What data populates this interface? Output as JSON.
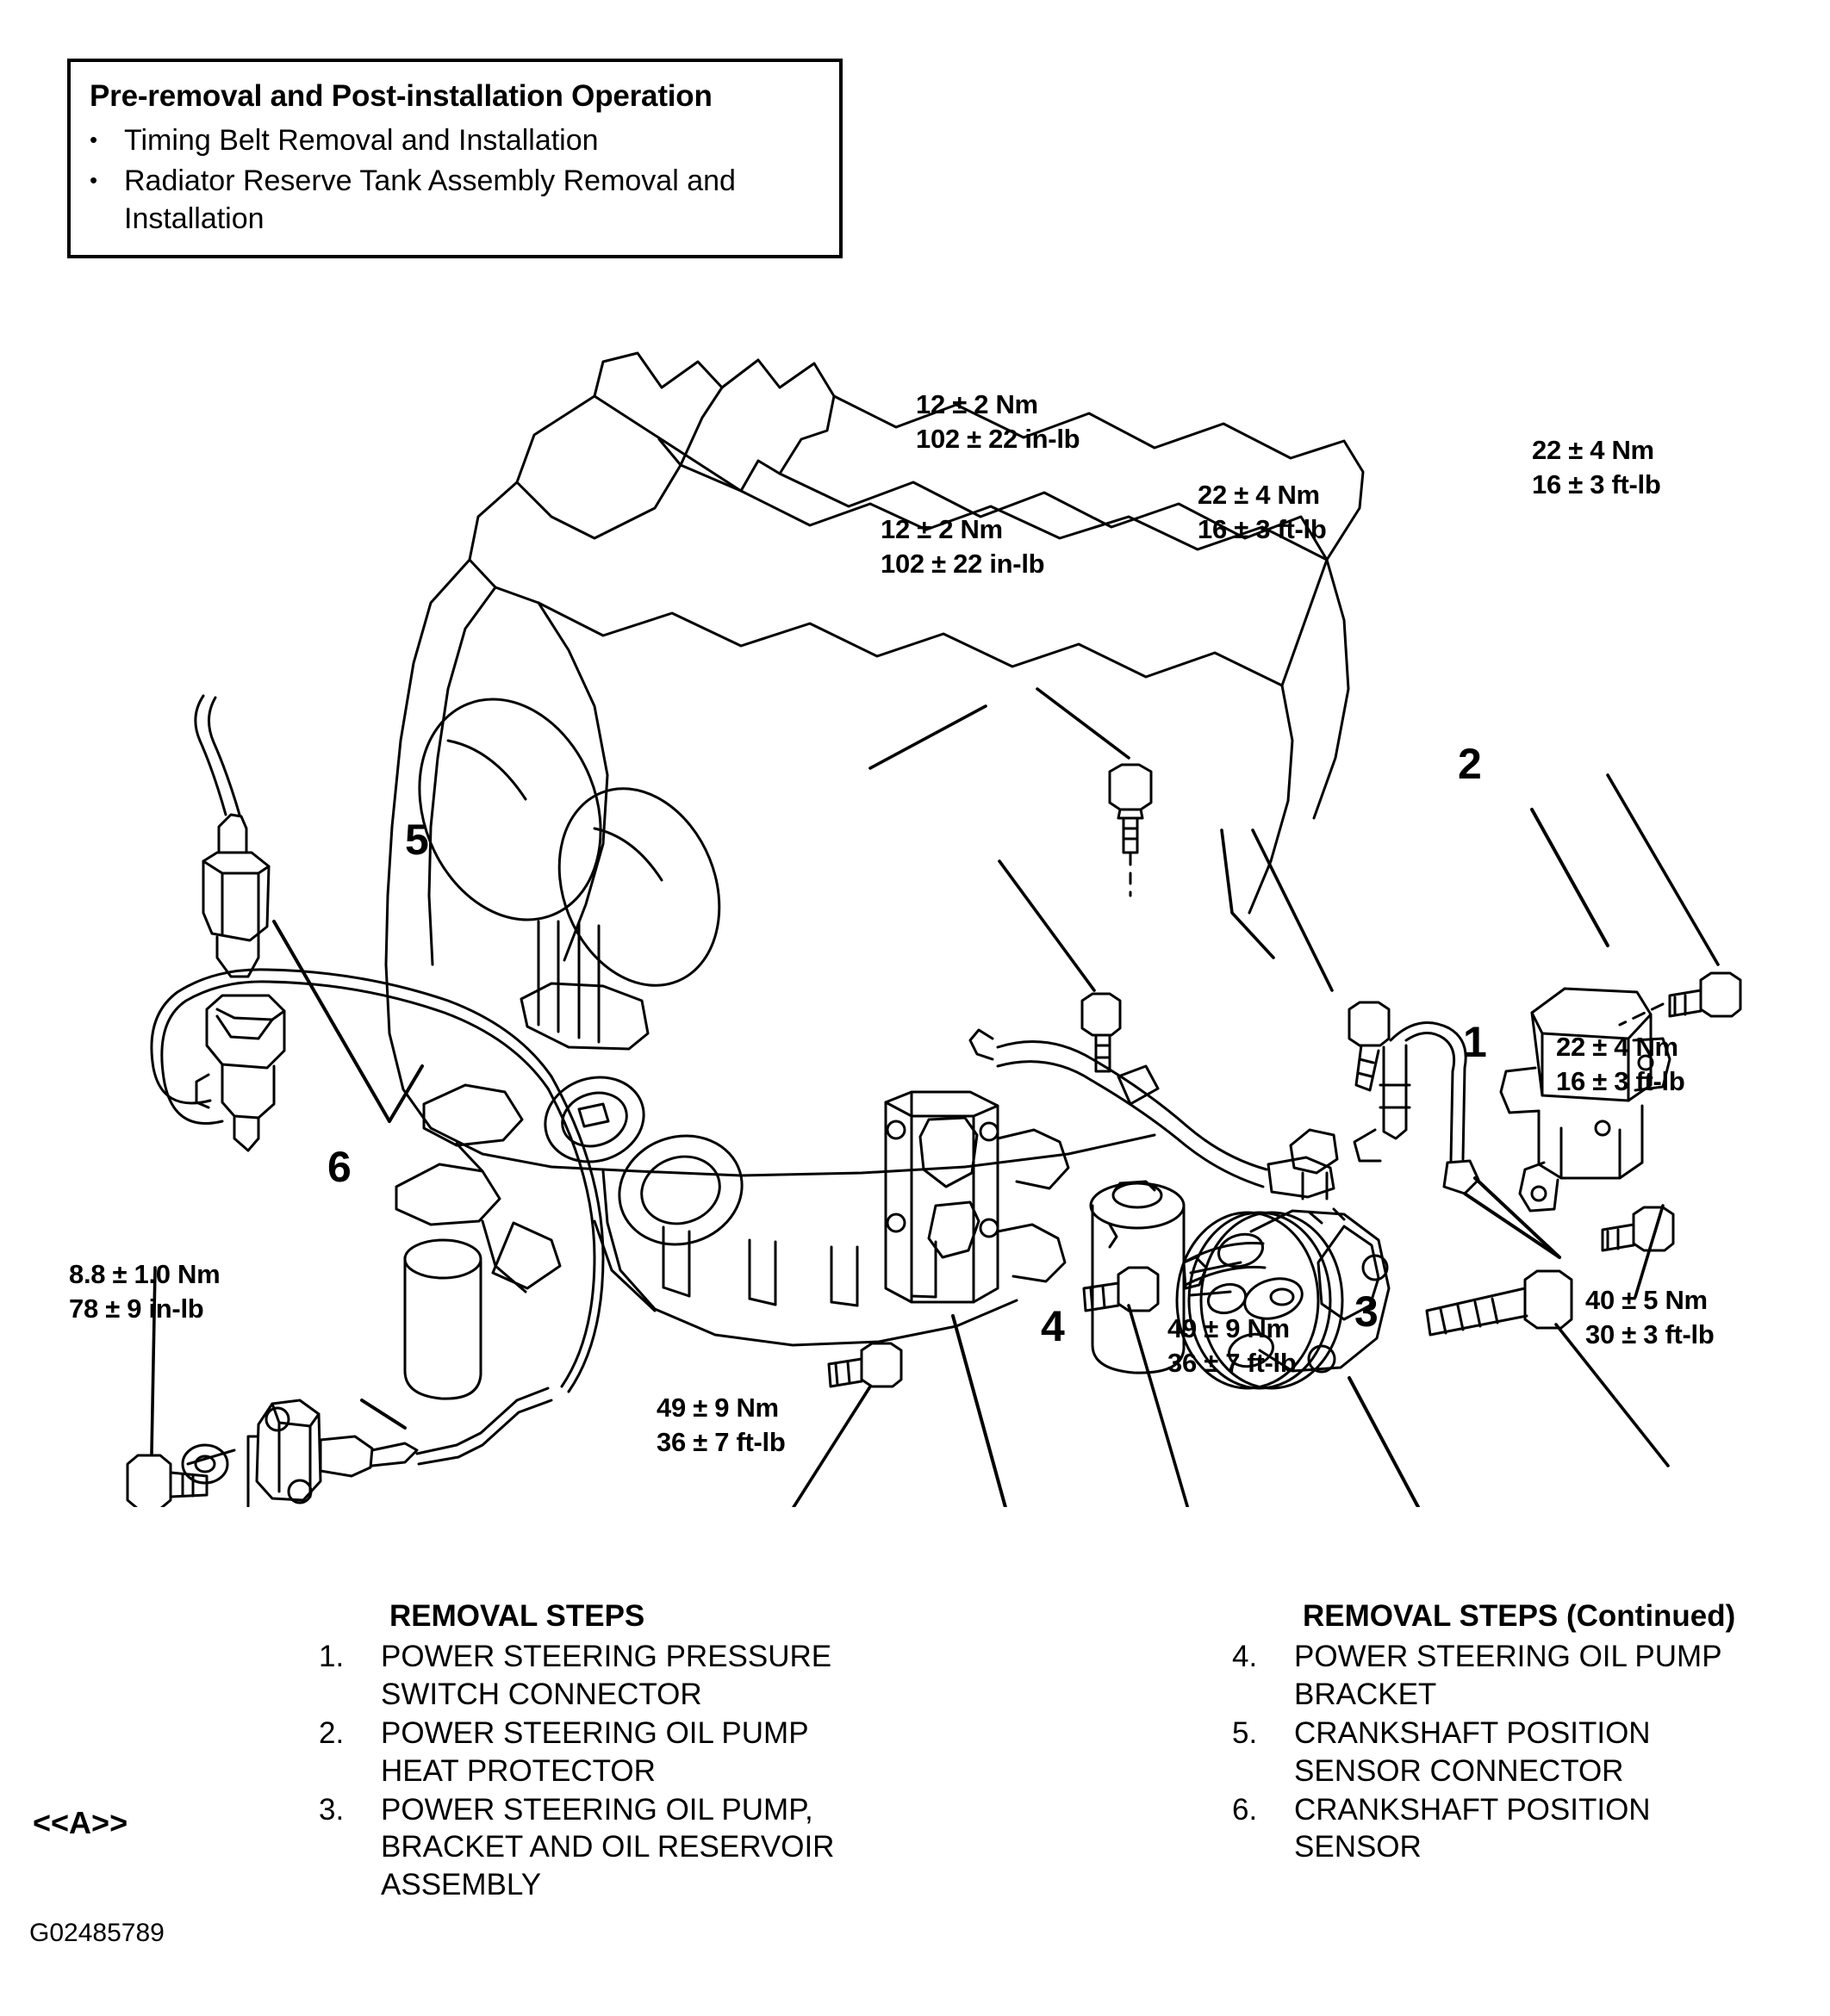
{
  "note": {
    "title": "Pre-removal and Post-installation Operation",
    "items": [
      "Timing Belt Removal and Installation",
      "Radiator Reserve Tank Assembly Removal and Installation"
    ],
    "bullet": "•"
  },
  "torque_callouts": [
    {
      "id": "upper-intake-bolt",
      "nm": "12 ± 2 Nm",
      "imperial": "102 ± 22 in-lb"
    },
    {
      "id": "pressure-hose-bracket",
      "nm": "12 ± 2 Nm",
      "imperial": "102 ± 22 in-lb"
    },
    {
      "id": "pressure-hose-eye-bolt",
      "nm": "22 ± 4 Nm",
      "imperial": "16 ± 3 ft-lb"
    },
    {
      "id": "heat-protector-upper",
      "nm": "22 ± 4 Nm",
      "imperial": "16 ± 3 ft-lb"
    },
    {
      "id": "heat-protector-lower",
      "nm": "22 ± 4 Nm",
      "imperial": "16 ± 3 ft-lb"
    },
    {
      "id": "pump-through-bolt",
      "nm": "40 ± 5 Nm",
      "imperial": "30 ± 3 ft-lb"
    },
    {
      "id": "pump-mount-bolt",
      "nm": "49 ± 9 Nm",
      "imperial": "36 ± 7 ft-lb"
    },
    {
      "id": "pump-bracket-bolt",
      "nm": "49 ± 9 Nm",
      "imperial": "36 ± 7 ft-lb"
    },
    {
      "id": "crank-position-sensor",
      "nm": "8.8 ± 1.0 Nm",
      "imperial": "78 ± 9 in-lb"
    }
  ],
  "item_numbers": [
    "1",
    "2",
    "3",
    "4",
    "5",
    "6"
  ],
  "removal_steps": {
    "left": {
      "title": "REMOVAL STEPS",
      "items": [
        {
          "num": "1.",
          "label": "POWER STEERING PRESSURE SWITCH CONNECTOR"
        },
        {
          "num": "2.",
          "label": "POWER STEERING OIL PUMP HEAT PROTECTOR"
        },
        {
          "num": "3.",
          "label": "POWER STEERING OIL PUMP, BRACKET AND OIL RESERVOIR ASSEMBLY"
        }
      ]
    },
    "right": {
      "title": "REMOVAL STEPS (Continued)",
      "items": [
        {
          "num": "4.",
          "label": "POWER STEERING OIL PUMP BRACKET"
        },
        {
          "num": "5.",
          "label": "CRANKSHAFT POSITION SENSOR CONNECTOR"
        },
        {
          "num": "6.",
          "label": "CRANKSHAFT POSITION SENSOR"
        }
      ]
    }
  },
  "marker_a": "<<A>>",
  "figure_id": "G02485789",
  "colors": {
    "ink": "#000000",
    "paper": "#ffffff"
  }
}
